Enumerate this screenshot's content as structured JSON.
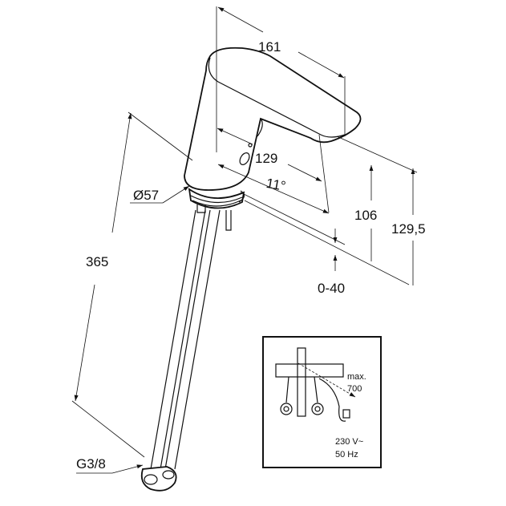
{
  "drawing": {
    "dimensions": {
      "spout_length": "161",
      "spout_reach": "129",
      "angle": "11°",
      "base_diameter": "Ø57",
      "hose_length": "365",
      "outlet_height": "106",
      "total_height": "129,5",
      "deck_thickness": "0-40",
      "connection": "G3/8"
    },
    "inset": {
      "max_label": "max.",
      "max_value": "700",
      "voltage": "230 V~",
      "frequency": "50 Hz"
    }
  }
}
